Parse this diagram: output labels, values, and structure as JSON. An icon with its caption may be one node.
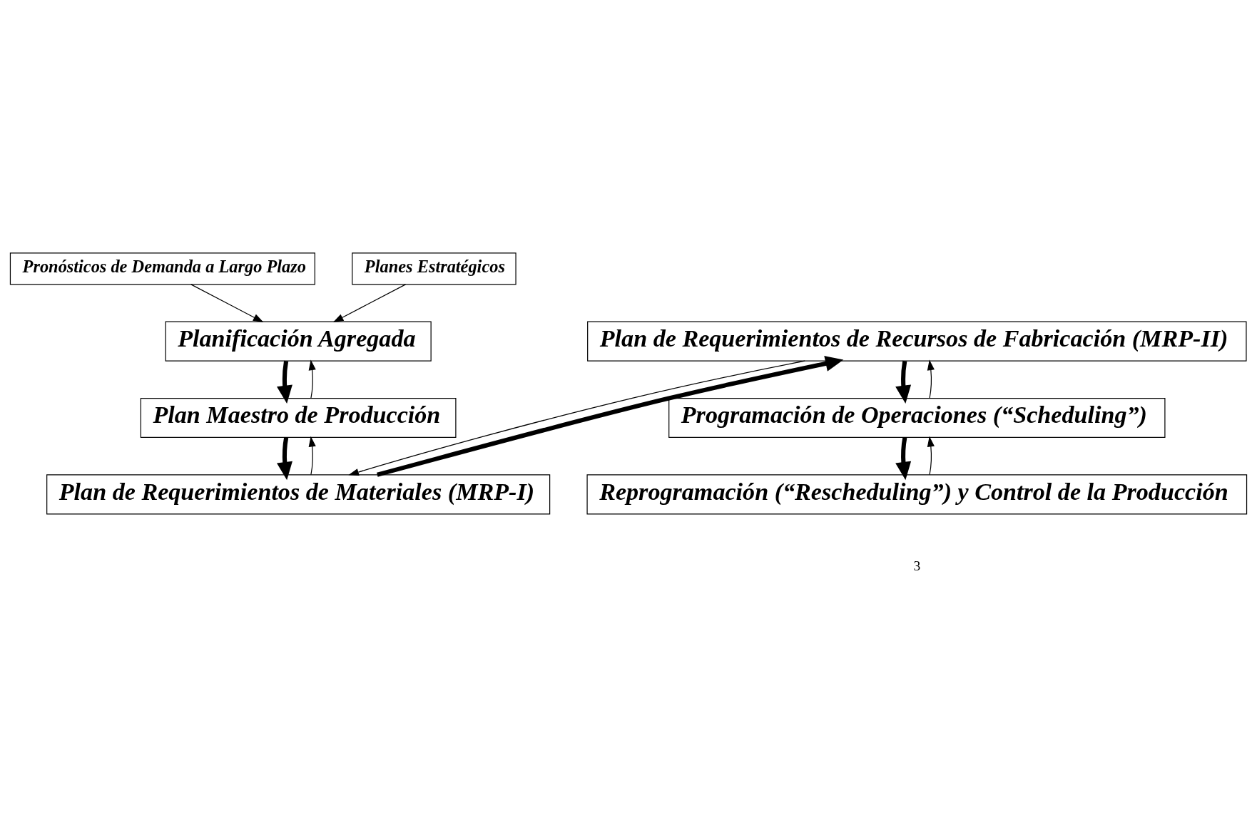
{
  "diagram": {
    "nodes": [
      {
        "text": [
          "Pronósticos de Demanda a Largo Plazo"
        ]
      },
      {
        "text": [
          "Planes Estratégicos"
        ]
      },
      {
        "text": [
          "Planificación Agregada"
        ]
      },
      {
        "text": [
          "Plan Maestro de Producción"
        ]
      },
      {
        "text": [
          "Plan de Requerimientos de Materiales (MRP-I)"
        ]
      },
      {
        "text": [
          "Plan de Requerimientos de Recursos de Fabricación (MRP-II)"
        ]
      },
      {
        "text": [
          "Programación de Operaciones (“Scheduling”)"
        ]
      },
      {
        "text": [
          "Reprogramación (“Rescheduling”) y Control de la Producción"
        ]
      }
    ],
    "edges": [
      {
        "from": 0,
        "to": 2,
        "arrow": "to"
      },
      {
        "from": 1,
        "to": 2,
        "arrow": "to"
      },
      {
        "from": 2,
        "to": 3,
        "arrow": "to",
        "style": "thick"
      },
      {
        "from": 3,
        "to": 2,
        "arrow": "to"
      },
      {
        "from": 3,
        "to": 4,
        "arrow": "to",
        "style": "thick"
      },
      {
        "from": 4,
        "to": 3,
        "arrow": "to"
      },
      {
        "from": 4,
        "to": 5,
        "arrow": "to",
        "style": "thick"
      },
      {
        "from": 5,
        "to": 4,
        "arrow": "to"
      },
      {
        "from": 5,
        "to": 6,
        "arrow": "to",
        "style": "thick"
      },
      {
        "from": 6,
        "to": 5,
        "arrow": "to"
      },
      {
        "from": 6,
        "to": 7,
        "arrow": "to",
        "style": "thick"
      },
      {
        "from": 7,
        "to": 6,
        "arrow": "to"
      }
    ],
    "labels": [
      "3"
    ]
  }
}
